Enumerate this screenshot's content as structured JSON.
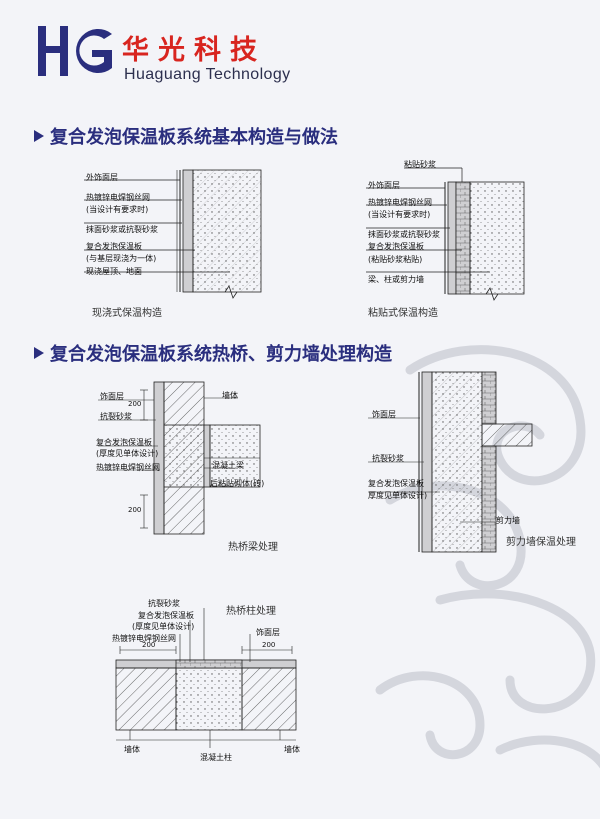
{
  "brand": {
    "logo_letters": "HG",
    "name_cn": "华光科技",
    "name_en": "Huaguang Technology",
    "accent": "#d8251f",
    "logo_color": "#2a2e7e"
  },
  "section1": {
    "title": "复合发泡保温板系统基本构造与做法",
    "left": {
      "labels": [
        "外饰面层",
        "热镀锌电焊钢丝网",
        "(当设计有要求时)",
        "抹面砂浆或抗裂砂浆",
        "复合发泡保温板",
        "(与基层现浇为一体)",
        "现浇屋顶、地面"
      ],
      "caption": "现浇式保温构造"
    },
    "right": {
      "labels": [
        "粘贴砂浆",
        "外饰面层",
        "热镀锌电焊钢丝网",
        "(当设计有要求时)",
        "抹面砂浆或抗裂砂浆",
        "复合发泡保温板",
        "(粘贴砂浆粘贴)",
        "梁、柱或剪力墙"
      ],
      "caption": "粘贴式保温构造"
    }
  },
  "section2": {
    "title": "复合发泡保温板系统热桥、剪力墙处理构造",
    "beam": {
      "labels": [
        "饰面层",
        "墙体",
        "抗裂砂浆",
        "复合发泡保温板",
        "(厚度见单体设计)",
        "热镀锌电焊钢丝网",
        "混凝土梁",
        "后粘贴砌体(砖)"
      ],
      "dims": [
        "200",
        "200"
      ],
      "caption": "热桥梁处理"
    },
    "shear": {
      "labels": [
        "饰面层",
        "抗裂砂浆",
        "复合发泡保温板",
        "厚度见单体设计)",
        "剪力墙"
      ],
      "caption": "剪力墙保温处理"
    },
    "column": {
      "labels": [
        "抗裂砂浆",
        "复合发泡保温板",
        "(厚度见单体设计)",
        "热镀锌电焊钢丝网",
        "饰面层",
        "墙体",
        "墙体",
        "混凝土柱"
      ],
      "dims": [
        "200",
        "200"
      ],
      "caption": "热桥柱处理"
    }
  }
}
